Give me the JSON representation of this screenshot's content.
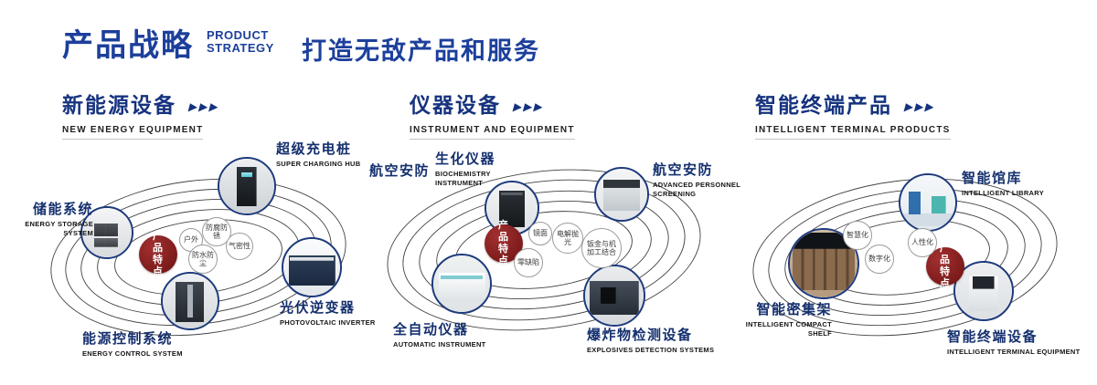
{
  "header": {
    "title": "产品战略",
    "title_en1": "PRODUCT",
    "title_en2": "STRATEGY",
    "slogan": "打造无敌产品和服务"
  },
  "misc": {
    "arrows": "▶▶▶"
  },
  "colors": {
    "primary_blue": "#1c3f9b",
    "badge_red": "#6d1212"
  },
  "sections": [
    {
      "title": "新能源设备",
      "subtitle": "NEW ENERGY EQUIPMENT",
      "badge": "产品特点",
      "features": [
        "户外",
        "防腐防锈",
        "气密性",
        "防水防尘"
      ],
      "products": [
        {
          "name": "储能系统",
          "en": "ENERGY STORAGE SYSTEM"
        },
        {
          "name": "超级充电桩",
          "en": "SUPER CHARGING HUB"
        },
        {
          "name": "光伏逆变器",
          "en": "PHOTOVOLTAIC INVERTER"
        },
        {
          "name": "能源控制系统",
          "en": "ENERGY CONTROL SYSTEM"
        }
      ]
    },
    {
      "title": "仪器设备",
      "subtitle": "INSTRUMENT AND EQUIPMENT",
      "badge": "产品特点",
      "side_label": "航空安防",
      "features": [
        "镜面",
        "电解抛光",
        "钣金与机加工结合",
        "零缺陷"
      ],
      "products": [
        {
          "name": "生化仪器",
          "en": "BIOCHEMISTRY INSTRUMENT"
        },
        {
          "name": "航空安防",
          "en": "ADVANCED PERSONNEL SCREENING"
        },
        {
          "name": "全自动仪器",
          "en": "AUTOMATIC INSTRUMENT"
        },
        {
          "name": "爆炸物检测设备",
          "en": "EXPLOSIVES DETECTION SYSTEMS"
        }
      ]
    },
    {
      "title": "智能终端产品",
      "subtitle": "INTELLIGENT TERMINAL PRODUCTS",
      "badge": "产品特点",
      "features": [
        "智慧化",
        "人性化",
        "数字化"
      ],
      "products": [
        {
          "name": "智能馆库",
          "en": "INTELLIGENT LIBRARY"
        },
        {
          "name": "智能密集架",
          "en": "INTELLIGENT COMPACT SHELF"
        },
        {
          "name": "智能终端设备",
          "en": "INTELLIGENT TERMINAL EQUIPMENT"
        }
      ]
    }
  ]
}
